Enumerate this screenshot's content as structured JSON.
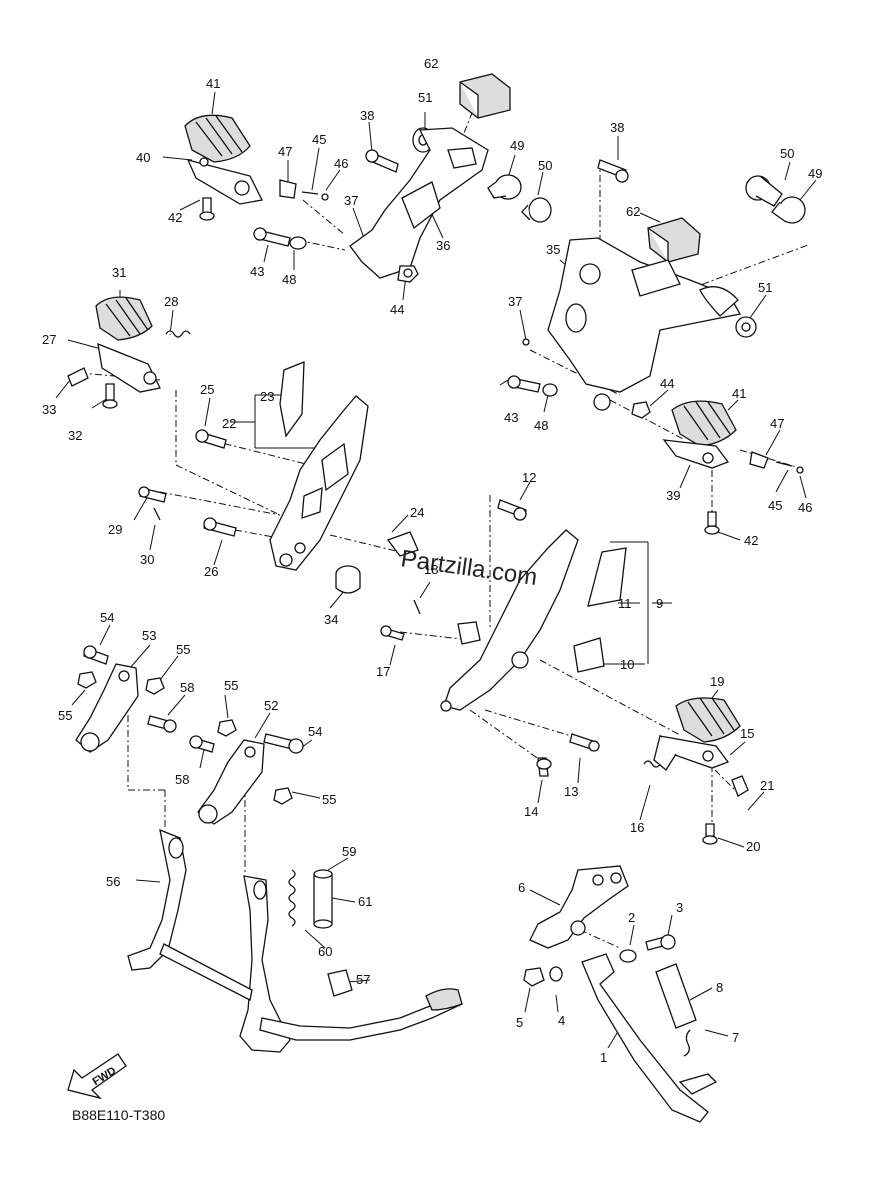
{
  "watermark": "Partzilla.com",
  "diagram_code": "B88E110-T380",
  "fwd_label": "FWD",
  "callouts": [
    {
      "id": "62",
      "text": "62"
    },
    {
      "id": "51",
      "text": "51"
    },
    {
      "id": "41",
      "text": "41"
    },
    {
      "id": "38",
      "text": "38"
    },
    {
      "id": "45",
      "text": "45"
    },
    {
      "id": "47",
      "text": "47"
    },
    {
      "id": "46",
      "text": "46"
    },
    {
      "id": "40",
      "text": "40"
    },
    {
      "id": "49",
      "text": "49"
    },
    {
      "id": "50",
      "text": "50"
    },
    {
      "id": "37",
      "text": "37"
    },
    {
      "id": "36",
      "text": "36"
    },
    {
      "id": "42",
      "text": "42"
    },
    {
      "id": "43",
      "text": "43"
    },
    {
      "id": "48",
      "text": "48"
    },
    {
      "id": "44",
      "text": "44"
    },
    {
      "id": "38b",
      "text": "38"
    },
    {
      "id": "50b",
      "text": "50"
    },
    {
      "id": "49b",
      "text": "49"
    },
    {
      "id": "62b",
      "text": "62"
    },
    {
      "id": "35",
      "text": "35"
    },
    {
      "id": "51b",
      "text": "51"
    },
    {
      "id": "31",
      "text": "31"
    },
    {
      "id": "28",
      "text": "28"
    },
    {
      "id": "27",
      "text": "27"
    },
    {
      "id": "33",
      "text": "33"
    },
    {
      "id": "32",
      "text": "32"
    },
    {
      "id": "37b",
      "text": "37"
    },
    {
      "id": "43b",
      "text": "43"
    },
    {
      "id": "48b",
      "text": "48"
    },
    {
      "id": "44b",
      "text": "44"
    },
    {
      "id": "41b",
      "text": "41"
    },
    {
      "id": "47b",
      "text": "47"
    },
    {
      "id": "39",
      "text": "39"
    },
    {
      "id": "45b",
      "text": "45"
    },
    {
      "id": "46b",
      "text": "46"
    },
    {
      "id": "42b",
      "text": "42"
    },
    {
      "id": "25",
      "text": "25"
    },
    {
      "id": "23",
      "text": "23"
    },
    {
      "id": "22",
      "text": "22"
    },
    {
      "id": "29",
      "text": "29"
    },
    {
      "id": "30",
      "text": "30"
    },
    {
      "id": "24",
      "text": "24"
    },
    {
      "id": "26",
      "text": "26"
    },
    {
      "id": "34",
      "text": "34"
    },
    {
      "id": "12",
      "text": "12"
    },
    {
      "id": "18",
      "text": "18"
    },
    {
      "id": "11",
      "text": "11"
    },
    {
      "id": "9",
      "text": "9"
    },
    {
      "id": "10",
      "text": "10"
    },
    {
      "id": "17",
      "text": "17"
    },
    {
      "id": "54",
      "text": "54"
    },
    {
      "id": "53",
      "text": "53"
    },
    {
      "id": "55",
      "text": "55"
    },
    {
      "id": "58",
      "text": "58"
    },
    {
      "id": "55b",
      "text": "55"
    },
    {
      "id": "55c",
      "text": "55"
    },
    {
      "id": "52",
      "text": "52"
    },
    {
      "id": "54b",
      "text": "54"
    },
    {
      "id": "58b",
      "text": "58"
    },
    {
      "id": "55d",
      "text": "55"
    },
    {
      "id": "19",
      "text": "19"
    },
    {
      "id": "15",
      "text": "15"
    },
    {
      "id": "13",
      "text": "13"
    },
    {
      "id": "14",
      "text": "14"
    },
    {
      "id": "16",
      "text": "16"
    },
    {
      "id": "21",
      "text": "21"
    },
    {
      "id": "20",
      "text": "20"
    },
    {
      "id": "59",
      "text": "59"
    },
    {
      "id": "56",
      "text": "56"
    },
    {
      "id": "61",
      "text": "61"
    },
    {
      "id": "60",
      "text": "60"
    },
    {
      "id": "57",
      "text": "57"
    },
    {
      "id": "6",
      "text": "6"
    },
    {
      "id": "3",
      "text": "3"
    },
    {
      "id": "2",
      "text": "2"
    },
    {
      "id": "8",
      "text": "8"
    },
    {
      "id": "5",
      "text": "5"
    },
    {
      "id": "4",
      "text": "4"
    },
    {
      "id": "7",
      "text": "7"
    },
    {
      "id": "1",
      "text": "1"
    }
  ]
}
